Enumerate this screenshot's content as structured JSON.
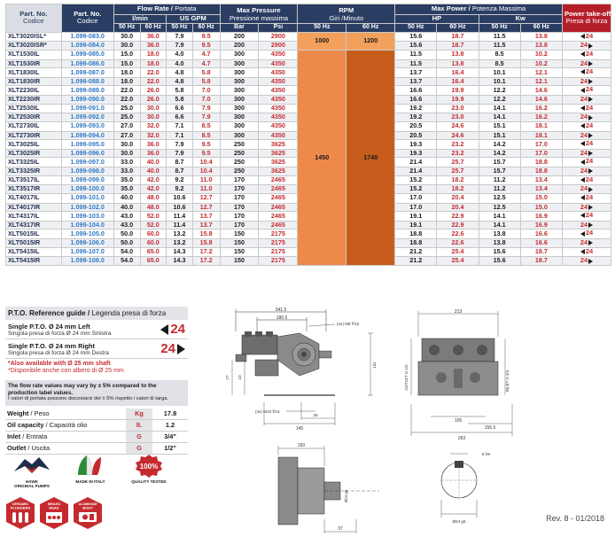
{
  "header": {
    "part_no_1": "Part. No.",
    "codice_1": "Codice",
    "part_no_2": "Part. No.",
    "codice_2": "Codice",
    "flow_rate_bold": "Flow Rate",
    "flow_rate_sub": "Portata",
    "lmin": "l/min",
    "usgpm": "US GPM",
    "max_pressure_bold": "Max Pressure",
    "max_pressure_sub": "Pressione massima",
    "rpm_bold": "RPM",
    "rpm_sub": "Giri /Minuto",
    "max_power_bold": "Max Power",
    "max_power_sub": "Potenza Massima",
    "hp": "HP",
    "kw": "Kw",
    "pto_bold": "Power take-off",
    "pto_sub": "Presa di forza",
    "hz50": "50 Hz",
    "hz60": "60 Hz",
    "bar": "Bar",
    "psi": "Psi"
  },
  "rows": [
    {
      "pn": "XLT3020ISL*",
      "code": "1.099-083.0",
      "l50": "30.0",
      "l60": "36.0",
      "g50": "7.9",
      "g60": "9.5",
      "bar": "200",
      "psi": "2900",
      "hp50": "15.6",
      "hp60": "18.7",
      "kw50": "11.5",
      "kw60": "13.8",
      "pto": "24",
      "dir": "l"
    },
    {
      "pn": "XLT3020ISR*",
      "code": "1.099-084.0",
      "l50": "30.0",
      "l60": "36.0",
      "g50": "7.9",
      "g60": "9.5",
      "bar": "200",
      "psi": "2900",
      "hp50": "15.6",
      "hp60": "18.7",
      "kw50": "11.5",
      "kw60": "13.8",
      "pto": "24",
      "dir": "r"
    },
    {
      "pn": "XLT1530IL",
      "code": "1.099-085.0",
      "l50": "15.0",
      "l60": "18.0",
      "g50": "4.0",
      "g60": "4.7",
      "bar": "300",
      "psi": "4350",
      "hp50": "11.5",
      "hp60": "13.8",
      "kw50": "8.5",
      "kw60": "10.2",
      "pto": "24",
      "dir": "l"
    },
    {
      "pn": "XLT1530IR",
      "code": "1.099-086.0",
      "l50": "15.0",
      "l60": "18.0",
      "g50": "4.0",
      "g60": "4.7",
      "bar": "300",
      "psi": "4350",
      "hp50": "11.5",
      "hp60": "13.8",
      "kw50": "8.5",
      "kw60": "10.2",
      "pto": "24",
      "dir": "r"
    },
    {
      "pn": "XLT1830IL",
      "code": "1.099-087.0",
      "l50": "18.0",
      "l60": "22.0",
      "g50": "4.8",
      "g60": "5.8",
      "bar": "300",
      "psi": "4350",
      "hp50": "13.7",
      "hp60": "16.4",
      "kw50": "10.1",
      "kw60": "12.1",
      "pto": "24",
      "dir": "l"
    },
    {
      "pn": "XLT1830IR",
      "code": "1.099-088.0",
      "l50": "18.0",
      "l60": "22.0",
      "g50": "4.8",
      "g60": "5.8",
      "bar": "300",
      "psi": "4350",
      "hp50": "13.7",
      "hp60": "16.4",
      "kw50": "10.1",
      "kw60": "12.1",
      "pto": "24",
      "dir": "r"
    },
    {
      "pn": "XLT2230IL",
      "code": "1.099-089.0",
      "l50": "22.0",
      "l60": "26.0",
      "g50": "5.8",
      "g60": "7.0",
      "bar": "300",
      "psi": "4350",
      "hp50": "16.6",
      "hp60": "19.9",
      "kw50": "12.2",
      "kw60": "14.6",
      "pto": "24",
      "dir": "l"
    },
    {
      "pn": "XLT2230IR",
      "code": "1.099-090.0",
      "l50": "22.0",
      "l60": "26.0",
      "g50": "5.8",
      "g60": "7.0",
      "bar": "300",
      "psi": "4350",
      "hp50": "16.6",
      "hp60": "19.9",
      "kw50": "12.2",
      "kw60": "14.6",
      "pto": "24",
      "dir": "r"
    },
    {
      "pn": "XLT2530IL",
      "code": "1.099-091.0",
      "l50": "25.0",
      "l60": "30.0",
      "g50": "6.6",
      "g60": "7.9",
      "bar": "300",
      "psi": "4350",
      "hp50": "19.2",
      "hp60": "23.0",
      "kw50": "14.1",
      "kw60": "16.2",
      "pto": "24",
      "dir": "l"
    },
    {
      "pn": "XLT2530IR",
      "code": "1.099-092.0",
      "l50": "25.0",
      "l60": "30.0",
      "g50": "6.6",
      "g60": "7.9",
      "bar": "300",
      "psi": "4350",
      "hp50": "19.2",
      "hp60": "23.0",
      "kw50": "14.1",
      "kw60": "16.2",
      "pto": "24",
      "dir": "r"
    },
    {
      "pn": "XLT2730IL",
      "code": "1.099-093.0",
      "l50": "27.0",
      "l60": "32.0",
      "g50": "7.1",
      "g60": "8.5",
      "bar": "300",
      "psi": "4350",
      "hp50": "20.5",
      "hp60": "24.6",
      "kw50": "15.1",
      "kw60": "18.1",
      "pto": "24",
      "dir": "l"
    },
    {
      "pn": "XLT2730IR",
      "code": "1.099-094.0",
      "l50": "27.0",
      "l60": "32.0",
      "g50": "7.1",
      "g60": "8.5",
      "bar": "300",
      "psi": "4350",
      "hp50": "20.5",
      "hp60": "24.6",
      "kw50": "15.1",
      "kw60": "18.1",
      "pto": "24",
      "dir": "r"
    },
    {
      "pn": "XLT3025IL",
      "code": "1.099-095.0",
      "l50": "30.0",
      "l60": "36.0",
      "g50": "7.9",
      "g60": "9.5",
      "bar": "250",
      "psi": "3625",
      "hp50": "19.3",
      "hp60": "23.2",
      "kw50": "14.2",
      "kw60": "17.0",
      "pto": "24",
      "dir": "l"
    },
    {
      "pn": "XLT3025IR",
      "code": "1.099-096.0",
      "l50": "30.0",
      "l60": "36.0",
      "g50": "7.9",
      "g60": "9.5",
      "bar": "250",
      "psi": "3625",
      "hp50": "19.3",
      "hp60": "23.2",
      "kw50": "14.2",
      "kw60": "17.0",
      "pto": "24",
      "dir": "r"
    },
    {
      "pn": "XLT3325IL",
      "code": "1.099-097.0",
      "l50": "33.0",
      "l60": "40.0",
      "g50": "8.7",
      "g60": "10.4",
      "bar": "250",
      "psi": "3625",
      "hp50": "21.4",
      "hp60": "25.7",
      "kw50": "15.7",
      "kw60": "18.8",
      "pto": "24",
      "dir": "l"
    },
    {
      "pn": "XLT3325IR",
      "code": "1.099-098.0",
      "l50": "33.0",
      "l60": "40.0",
      "g50": "8.7",
      "g60": "10.4",
      "bar": "250",
      "psi": "3625",
      "hp50": "21.4",
      "hp60": "25.7",
      "kw50": "15.7",
      "kw60": "18.8",
      "pto": "24",
      "dir": "r"
    },
    {
      "pn": "XLT3517IL",
      "code": "1.099-099.0",
      "l50": "35.0",
      "l60": "42.0",
      "g50": "9.2",
      "g60": "11.0",
      "bar": "170",
      "psi": "2465",
      "hp50": "15.2",
      "hp60": "18.2",
      "kw50": "11.2",
      "kw60": "13.4",
      "pto": "24",
      "dir": "l"
    },
    {
      "pn": "XLT3517IR",
      "code": "1.099-100.0",
      "l50": "35.0",
      "l60": "42.0",
      "g50": "9.2",
      "g60": "11.0",
      "bar": "170",
      "psi": "2465",
      "hp50": "15.2",
      "hp60": "18.2",
      "kw50": "11.2",
      "kw60": "13.4",
      "pto": "24",
      "dir": "r"
    },
    {
      "pn": "XLT4017IL",
      "code": "1.099-101.0",
      "l50": "40.0",
      "l60": "48.0",
      "g50": "10.6",
      "g60": "12.7",
      "bar": "170",
      "psi": "2465",
      "hp50": "17.0",
      "hp60": "20.4",
      "kw50": "12.5",
      "kw60": "15.0",
      "pto": "24",
      "dir": "l"
    },
    {
      "pn": "XLT4017IR",
      "code": "1.099-102.0",
      "l50": "40.0",
      "l60": "48.0",
      "g50": "10.6",
      "g60": "12.7",
      "bar": "170",
      "psi": "2465",
      "hp50": "17.0",
      "hp60": "20.4",
      "kw50": "12.5",
      "kw60": "15.0",
      "pto": "24",
      "dir": "r"
    },
    {
      "pn": "XLT4317IL",
      "code": "1.099-103.0",
      "l50": "43.0",
      "l60": "52.0",
      "g50": "11.4",
      "g60": "13.7",
      "bar": "170",
      "psi": "2465",
      "hp50": "19.1",
      "hp60": "22.9",
      "kw50": "14.1",
      "kw60": "16.9",
      "pto": "24",
      "dir": "l"
    },
    {
      "pn": "XLT4317IR",
      "code": "1.099-104.0",
      "l50": "43.0",
      "l60": "52.0",
      "g50": "11.4",
      "g60": "13.7",
      "bar": "170",
      "psi": "2465",
      "hp50": "19.1",
      "hp60": "22.9",
      "kw50": "14.1",
      "kw60": "16.9",
      "pto": "24",
      "dir": "r"
    },
    {
      "pn": "XLT5015IL",
      "code": "1.099-105.0",
      "l50": "50.0",
      "l60": "60.0",
      "g50": "13.2",
      "g60": "15.8",
      "bar": "150",
      "psi": "2175",
      "hp50": "18.8",
      "hp60": "22.6",
      "kw50": "13.8",
      "kw60": "16.6",
      "pto": "24",
      "dir": "l"
    },
    {
      "pn": "XLT5015IR",
      "code": "1.099-106.0",
      "l50": "50.0",
      "l60": "60.0",
      "g50": "13.2",
      "g60": "15.8",
      "bar": "150",
      "psi": "2175",
      "hp50": "18.8",
      "hp60": "22.6",
      "kw50": "13.8",
      "kw60": "16.6",
      "pto": "24",
      "dir": "r"
    },
    {
      "pn": "XLT5415IL",
      "code": "1.099-107.0",
      "l50": "54.0",
      "l60": "65.0",
      "g50": "14.3",
      "g60": "17.2",
      "bar": "150",
      "psi": "2175",
      "hp50": "21.2",
      "hp60": "25.4",
      "kw50": "15.6",
      "kw60": "18.7",
      "pto": "24",
      "dir": "l"
    },
    {
      "pn": "XLT5415IR",
      "code": "1.099-108.0",
      "l50": "54.0",
      "l60": "65.0",
      "g50": "14.3",
      "g60": "17.2",
      "bar": "150",
      "psi": "2175",
      "hp50": "21.2",
      "hp60": "25.4",
      "kw50": "15.6",
      "kw60": "18.7",
      "pto": "24",
      "dir": "r"
    }
  ],
  "rpm": {
    "group1_50": "1000",
    "group1_60": "1200",
    "group2_50": "1450",
    "group2_60": "1740"
  },
  "pto_guide": {
    "title_bold": "P.T.O. Reference guide",
    "title_sub": "Legenda presa di forza",
    "left_en": "Single P.T.O. Ø 24 mm Left",
    "left_it": "Singola presa di forza Ø 24 mm Sinistra",
    "left_code": "24",
    "right_en": "Single P.T.O. Ø 24 mm Right",
    "right_it": "Singola presa di forza Ø 24 mm Destra",
    "right_code": "24",
    "note_en": "*Also available with Ø 25 mm shaft",
    "note_it": "*Disponibile anche con albero di Ø 25 mm",
    "flow_en": "The flow rate values may vary by ± 5% compared to the production label values.",
    "flow_it": "I valori di portata possono discostarsi del ± 5% rispetto i valori di targa."
  },
  "specs": [
    {
      "en": "Weight",
      "it": "Peso",
      "unit": "Kg",
      "value": "17.8"
    },
    {
      "en": "Oil capacity",
      "it": "Capacità olio",
      "unit": "lt.",
      "value": "1.2"
    },
    {
      "en": "Inlet",
      "it": "Entrata",
      "unit": "G",
      "value": "3/4\""
    },
    {
      "en": "Outlet",
      "it": "Uscita",
      "unit": "G",
      "value": "1/2\""
    }
  ],
  "badges": {
    "hawk_line1": "HAWK",
    "hawk_line2": "ORIGINAL PUMPS",
    "italy": "MADE IN ITALY",
    "quality_pct": "100%",
    "quality": "QUALITY TESTED",
    "ceramic_1": "CERAMIC",
    "ceramic_2": "PLUNGERS",
    "brass_1": "BRASS",
    "brass_2": "HEAD",
    "alu_1": "ALUMINIUM",
    "alu_2": "BODY"
  },
  "drawing": {
    "d341": "341.5",
    "d180": "180.5",
    "d28": "28",
    "d213": "213",
    "d263": "263",
    "d145": "145",
    "d105": "105",
    "d156": "156.5",
    "d131": "131",
    "d150": "150",
    "d37": "37",
    "outlet_label": "OUTLET G 1/2",
    "inlet_label": "INLET G 3/4",
    "bolts_1": "(4x) M8 ∇15",
    "bolts_2": "(4x) M10 ∇14",
    "key": "8 h9",
    "shaft": "Ø24 g6",
    "shaft_bottom": "Ø24 g6",
    "d27": "27",
    "d10": "10"
  },
  "revision": "Rev. 8 - 01/2018"
}
